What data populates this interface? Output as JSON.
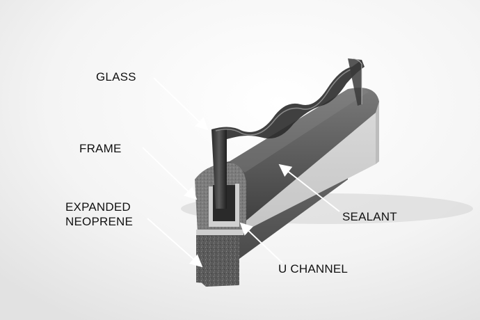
{
  "labels": {
    "glass": "GLASS",
    "frame": "FRAME",
    "expanded_neoprene_line1": "EXPANDED",
    "expanded_neoprene_line2": "NEOPRENE",
    "sealant": "SEALANT",
    "u_channel": "U CHANNEL"
  }
}
